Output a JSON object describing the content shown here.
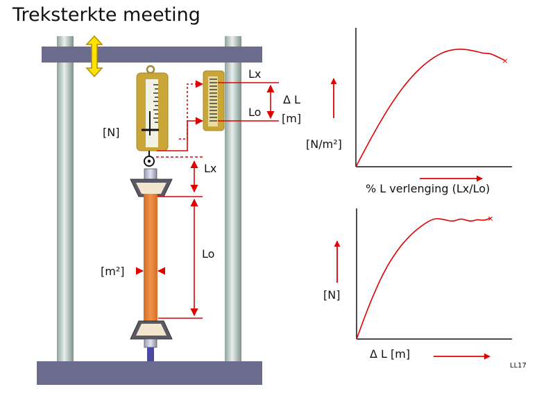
{
  "title": "Treksterkte meeting",
  "labels": {
    "force_unit": "[N]",
    "area_unit": "[m²]",
    "lx": "Lx",
    "lo": "Lo",
    "delta_l": "Δ L",
    "length_unit": "[m]",
    "stress_unit": "[N/m²]",
    "strain_axis": "% L verlenging (Lx/Lo)",
    "force_axis": "[N]",
    "extension_axis": "Δ L [m]",
    "code": "LL17"
  },
  "colors": {
    "frame": "#6b6b8e",
    "column": "#b9c8c4",
    "gauge": "#c9a637",
    "specimen": "#e8823a",
    "annotation": "#e00000",
    "arrow_yellow": "#ffe400"
  },
  "chart_data": [
    {
      "type": "line",
      "title": "",
      "xlabel": "% L verlenging (Lx/Lo)",
      "ylabel": "[N/m²]",
      "series": [
        {
          "x": [
            0,
            0.1,
            0.2,
            0.3,
            0.4,
            0.5,
            0.6,
            0.7,
            0.8,
            0.85,
            0.9,
            0.95,
            1.0
          ],
          "y": [
            0,
            0.24,
            0.46,
            0.65,
            0.8,
            0.91,
            0.98,
            1.0,
            0.98,
            0.96,
            0.96,
            0.93,
            0.9
          ]
        }
      ],
      "end_marker": "x"
    },
    {
      "type": "line",
      "title": "",
      "xlabel": "Δ L [m]",
      "ylabel": "[N]",
      "series": [
        {
          "x": [
            0,
            0.1,
            0.2,
            0.3,
            0.4,
            0.5,
            0.58,
            0.65,
            0.72,
            0.78,
            0.85,
            0.9,
            0.95,
            1.0
          ],
          "y": [
            0,
            0.3,
            0.55,
            0.73,
            0.86,
            0.95,
            1.0,
            0.99,
            0.97,
            1.0,
            0.97,
            0.99,
            0.98,
            1.0
          ]
        }
      ],
      "end_marker": "x"
    }
  ]
}
